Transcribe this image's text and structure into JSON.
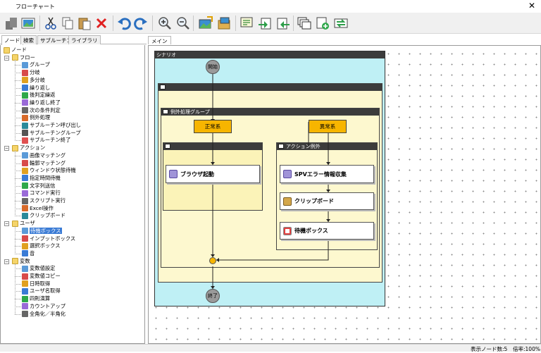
{
  "window": {
    "title": "フローチャート",
    "close_glyph": "✕"
  },
  "toolbar": {
    "buttons": [
      "new-icon",
      "image-icon",
      "cut-icon",
      "copy-icon",
      "paste-icon",
      "delete-icon",
      "undo-icon",
      "redo-icon",
      "zoom-in-icon",
      "zoom-out-icon",
      "export-image-icon",
      "open-image-icon",
      "comment-icon",
      "import-icon",
      "export-icon",
      "stack-icon",
      "add-icon",
      "swap-icon"
    ]
  },
  "left_tabs": [
    "ノード",
    "検索",
    "サブルーチン",
    "ライブラリ"
  ],
  "tree": {
    "root": "ノード",
    "groups": [
      {
        "label": "フロー",
        "items": [
          "グループ",
          "分岐",
          "多分岐",
          "繰り返し",
          "後判定繰返",
          "繰り返し終了",
          "次の条件判定",
          "例外処理",
          "サブルーチン呼び出し",
          "サブルーチングループ",
          "サブルーチン終了"
        ]
      },
      {
        "label": "アクション",
        "items": [
          "画像マッチング",
          "輪郭マッチング",
          "ウィンドウ状態待機",
          "指定時間待機",
          "文字列送信",
          "コマンド実行",
          "スクリプト実行",
          "Excel操作",
          "クリップボード"
        ]
      },
      {
        "label": "ユーザ",
        "items": [
          "待機ボックス",
          "インプットボックス",
          "選択ボックス",
          "音"
        ]
      },
      {
        "label": "変数",
        "items": [
          "変数値設定",
          "変数値コピー",
          "日時取得",
          "ユーザ名取得",
          "四則演算",
          "カウントアップ",
          "全角化／半角化"
        ]
      }
    ],
    "selected": "待機ボックス"
  },
  "main_tab": "メイン",
  "flow": {
    "scenario_label": "シナリオ",
    "start": "開始",
    "end": "終了",
    "exception_group": "例外処理グループ",
    "normal_branch": "正常系",
    "error_branch": "異常系",
    "action_exception": "アクション例外",
    "node_browser": "ブラウザ起動",
    "node_spv": "SPVエラー情報収集",
    "node_clipboard": "クリップボード",
    "node_waitbox": "待機ボックス"
  },
  "status": {
    "node_count": "表示ノード数:5",
    "zoom": "倍率:100%"
  },
  "colors": {
    "scenario_bg": "#bff0f5",
    "group_bg": "#fdf8cf",
    "branch": "#f7b500",
    "merge": "#f7b500",
    "header": "#3c3c3c"
  }
}
